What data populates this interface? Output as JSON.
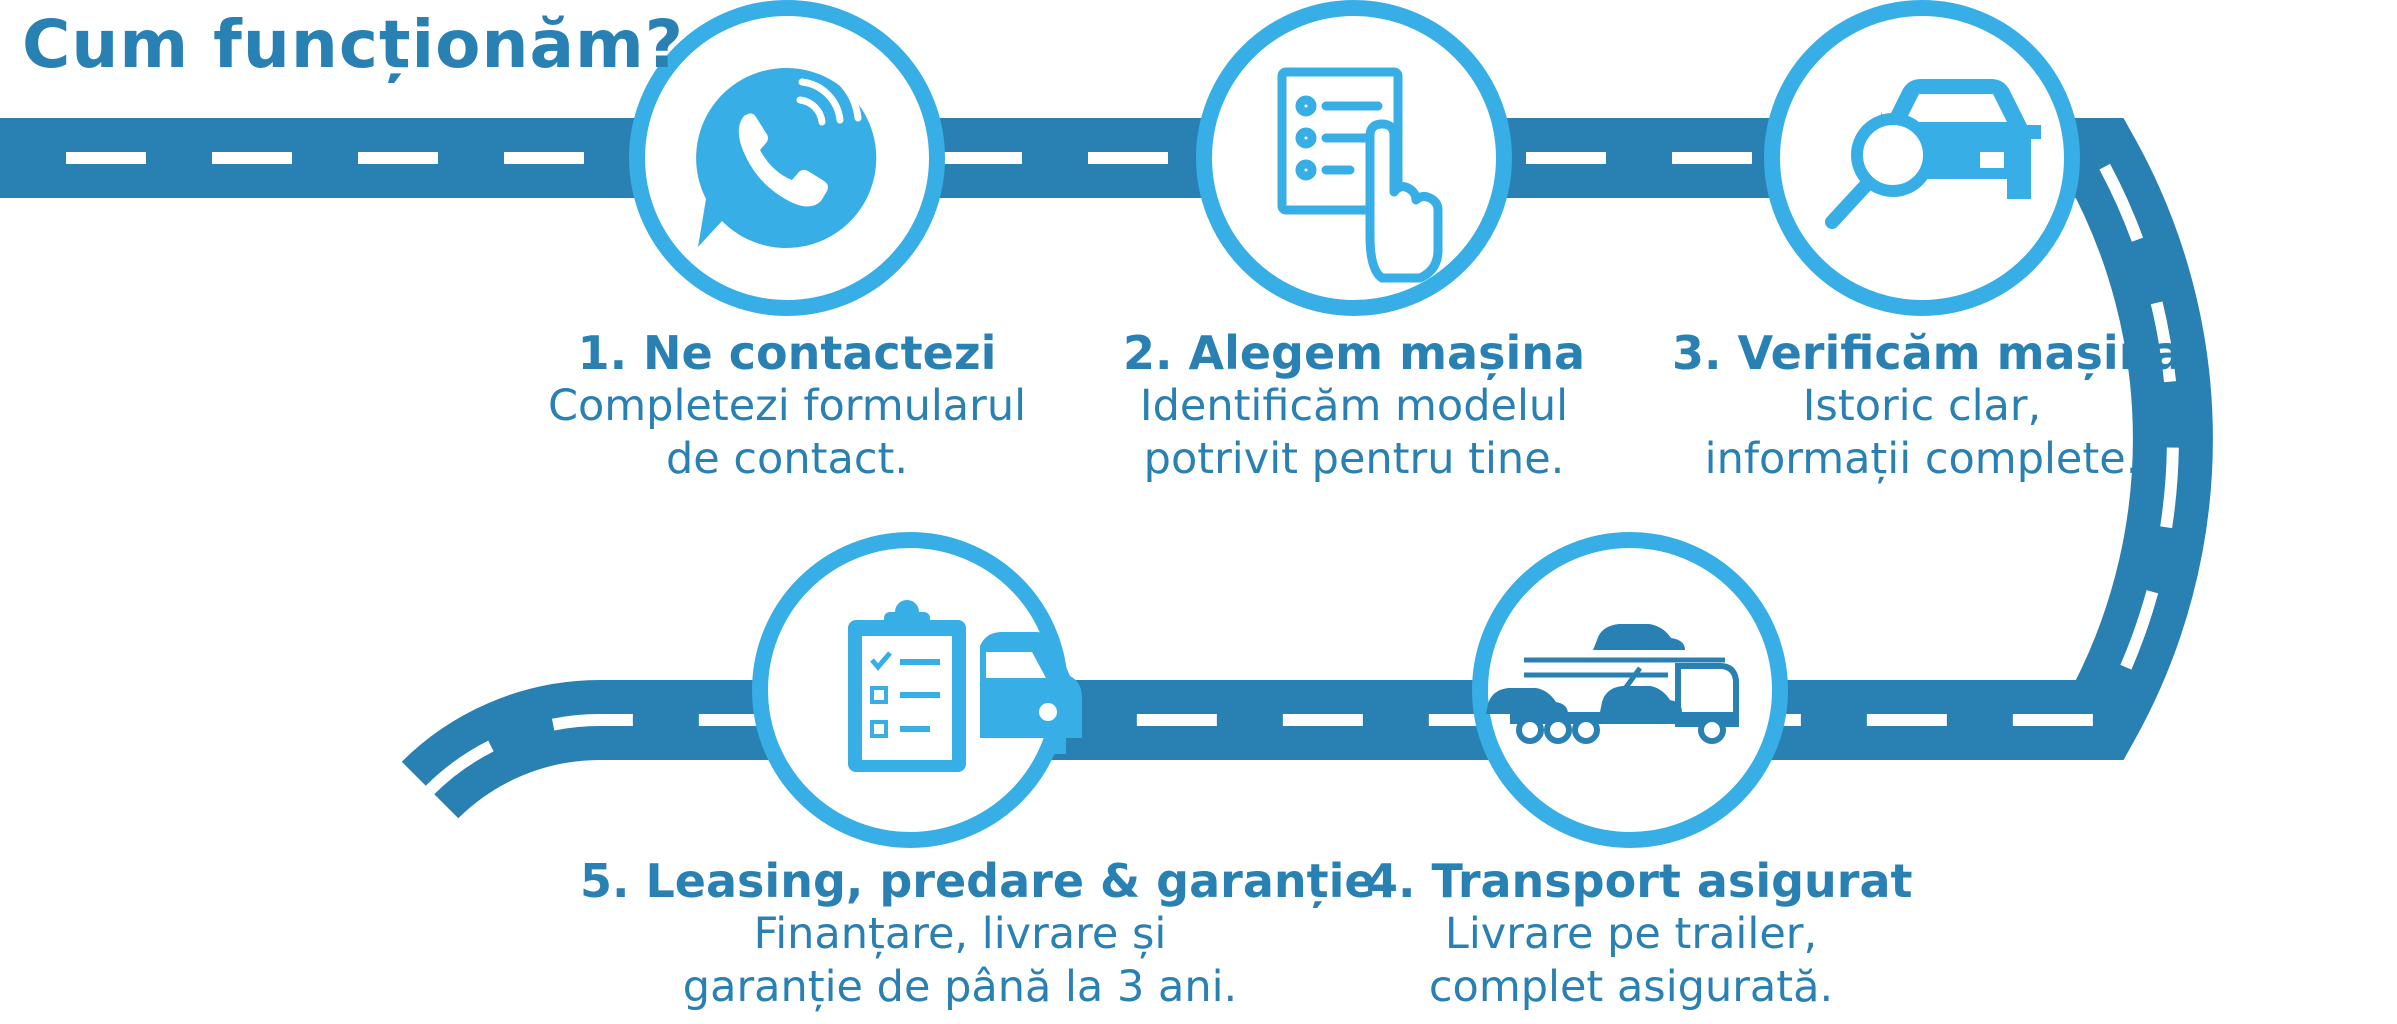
{
  "title": "Cum funcționăm?",
  "steps": [
    {
      "heading": "1. Ne contactezi",
      "line1": "Completezi formularul",
      "line2": "de contact.",
      "icon": "phone-chat-icon"
    },
    {
      "heading": "2. Alegem mașina",
      "line1": "Identificăm modelul",
      "line2": "potrivit pentru tine.",
      "icon": "checklist-hand-icon"
    },
    {
      "heading": "3. Verificăm mașina",
      "line1": "Istoric clar,",
      "line2": "informații complete.",
      "icon": "car-magnifier-icon"
    },
    {
      "heading": "4. Transport asigurat",
      "line1": "Livrare pe trailer,",
      "line2": "complet asigurată.",
      "icon": "car-trailer-icon"
    },
    {
      "heading": "5. Leasing, predare & garanție",
      "line1": "Finanțare, livrare și",
      "line2": "garanție de până la 3 ani.",
      "icon": "clipboard-car-icon"
    }
  ],
  "colors": {
    "road": "#2980b3",
    "accent": "#38aee6",
    "text": "#2980b3",
    "dash": "#ffffff"
  }
}
